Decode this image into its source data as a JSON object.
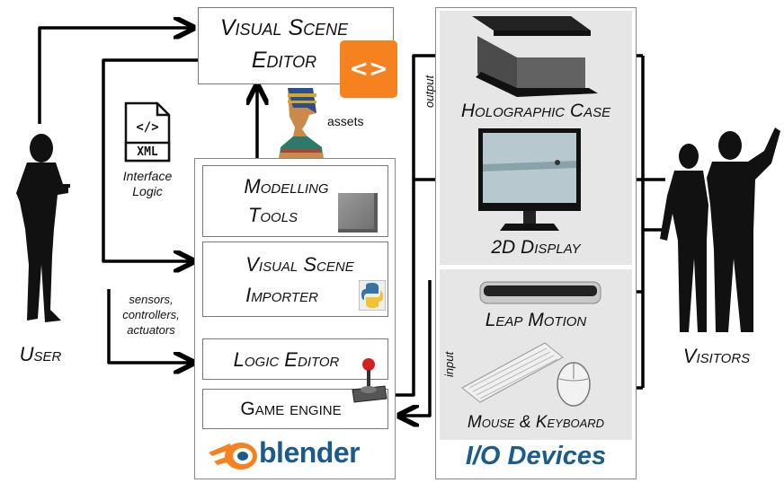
{
  "editor": {
    "line1": "Visual Scene",
    "line2": "Editor",
    "code_icon": "<>"
  },
  "assets_label": "assets",
  "xml": {
    "badge": "XML",
    "caption_line1": "Interface",
    "caption_line2": "Logic"
  },
  "blender_group": {
    "modelling_line1": "Modelling",
    "modelling_line2": "Tools",
    "importer_line1": "Visual Scene",
    "importer_line2": "Importer",
    "logic_editor": "Logic Editor",
    "game_engine": "Game engine",
    "logo_text": "blender"
  },
  "sensors_label": {
    "line1": "sensors,",
    "line2": "controllers,",
    "line3": "actuators"
  },
  "user_label": "User",
  "visitors_label": "Visitors",
  "io": {
    "title": "I/O Devices",
    "output_label": "output",
    "input_label": "input",
    "holographic": "Holographic Case",
    "display": "2D Display",
    "leap": "Leap Motion",
    "mouse_keyboard": "Mouse & Keyboard"
  },
  "colors": {
    "orange": "#f5821f",
    "blender_blue": "#1c5a8c",
    "io_title": "#1a5c8a",
    "panel_gray": "#e6e6e6",
    "arrow": "#000000"
  }
}
